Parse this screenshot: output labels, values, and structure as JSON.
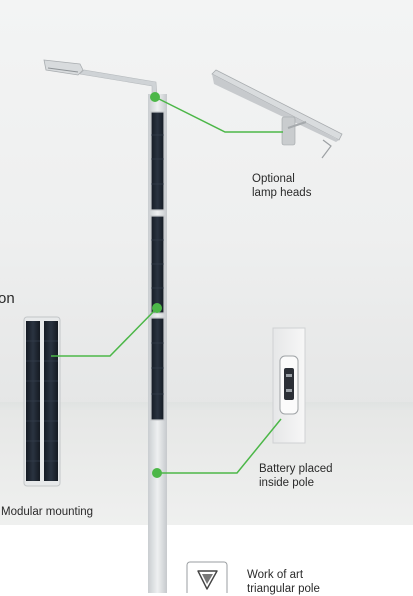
{
  "labels": {
    "lamp_heads": [
      "Optional",
      "lamp heads"
    ],
    "battery": [
      "Battery placed",
      "inside pole"
    ],
    "modular": "Modular mounting",
    "cut_text": "on",
    "work_of_art": [
      "Work of art",
      "triangular pole"
    ]
  },
  "colors": {
    "accent_green": "#4cb748",
    "panel_dark": "#1e2530",
    "pole_gray": "#dcdfe1"
  },
  "icons": [
    "triangle-pole-icon"
  ]
}
